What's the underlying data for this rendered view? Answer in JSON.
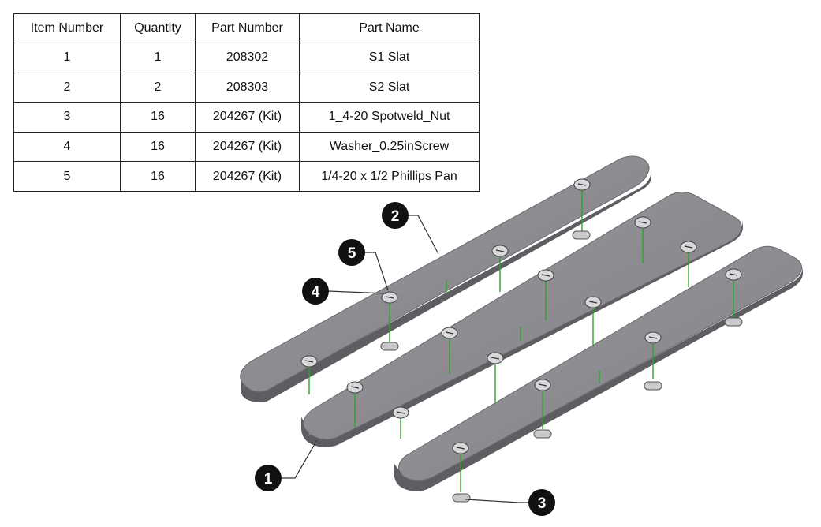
{
  "bom": {
    "headers": [
      "Item Number",
      "Quantity",
      "Part Number",
      "Part Name"
    ],
    "rows": [
      {
        "item": "1",
        "qty": "1",
        "part_number": "208302",
        "part_name": "S1 Slat"
      },
      {
        "item": "2",
        "qty": "2",
        "part_number": "208303",
        "part_name": "S2 Slat"
      },
      {
        "item": "3",
        "qty": "16",
        "part_number": "204267 (Kit)",
        "part_name": "1_4-20 Spotweld_Nut"
      },
      {
        "item": "4",
        "qty": "16",
        "part_number": "204267 (Kit)",
        "part_name": "Washer_0.25inScrew"
      },
      {
        "item": "5",
        "qty": "16",
        "part_number": "204267 (Kit)",
        "part_name": "1/4-20 x 1/2 Phillips Pan"
      }
    ]
  },
  "balloons": [
    {
      "id": "b1",
      "label": "1"
    },
    {
      "id": "b2",
      "label": "2"
    },
    {
      "id": "b3",
      "label": "3"
    },
    {
      "id": "b4",
      "label": "4"
    },
    {
      "id": "b5",
      "label": "5"
    }
  ],
  "colors": {
    "slat_top": "#8d8d91",
    "slat_side": "#5e5e62",
    "screw_axis": "#2aa52a",
    "balloon": "#111111"
  }
}
